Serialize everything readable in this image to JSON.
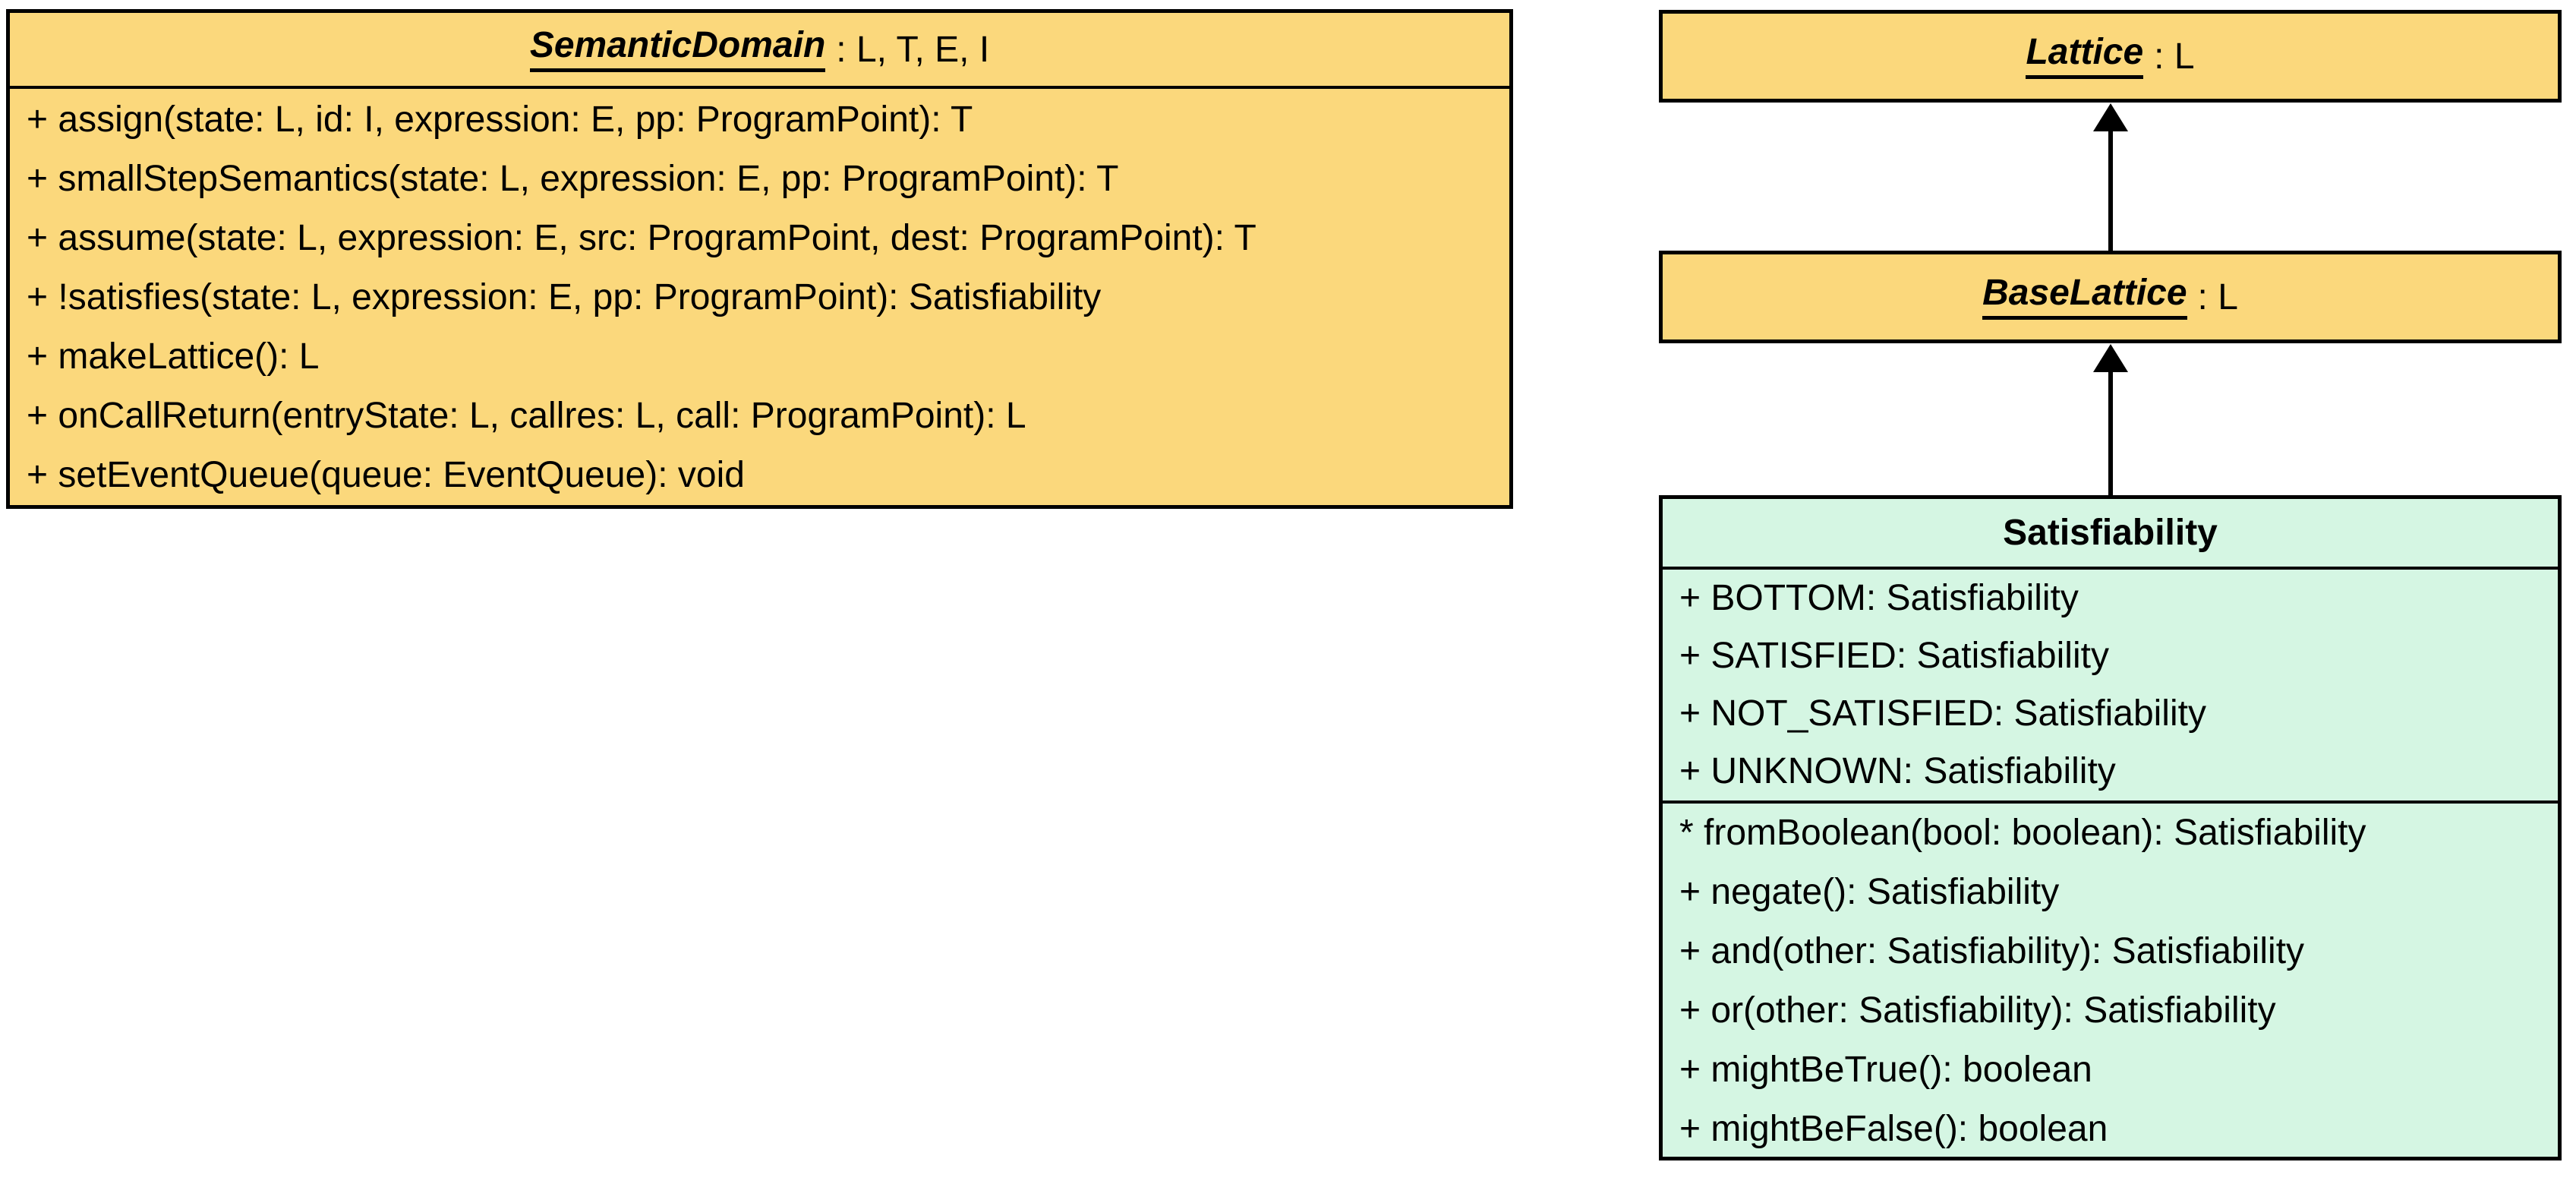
{
  "diagram_type": "uml-class-diagram",
  "colors": {
    "class_fill_yellow": "#fbd87c",
    "class_fill_green": "#d5f6e3",
    "border": "#000000",
    "background": "#ffffff",
    "text": "#000000"
  },
  "semantic_domain": {
    "name": "SemanticDomain",
    "type_params": ": L, T, E, I",
    "methods": [
      "+ assign(state: L, id: I, expression: E, pp: ProgramPoint): T",
      "+ smallStepSemantics(state: L, expression: E, pp: ProgramPoint): T",
      "+ assume(state: L, expression: E, src: ProgramPoint, dest: ProgramPoint): T",
      "+ !satisfies(state: L, expression: E, pp: ProgramPoint): Satisfiability",
      "+ makeLattice(): L",
      "+ onCallReturn(entryState: L, callres: L, call: ProgramPoint): L",
      "+ setEventQueue(queue: EventQueue): void"
    ]
  },
  "lattice": {
    "name": "Lattice",
    "type_params": ": L"
  },
  "base_lattice": {
    "name": "BaseLattice",
    "type_params": ": L"
  },
  "satisfiability": {
    "name": "Satisfiability",
    "fields": [
      "+ BOTTOM: Satisfiability",
      "+ SATISFIED: Satisfiability",
      "+ NOT_SATISFIED: Satisfiability",
      "+ UNKNOWN: Satisfiability"
    ],
    "methods": [
      "* fromBoolean(bool: boolean): Satisfiability",
      "+ negate(): Satisfiability",
      "+ and(other: Satisfiability): Satisfiability",
      "+ or(other: Satisfiability): Satisfiability",
      "+ mightBeTrue(): boolean",
      "+ mightBeFalse(): boolean"
    ]
  },
  "relations": [
    {
      "from": "BaseLattice",
      "to": "Lattice",
      "type": "generalization"
    },
    {
      "from": "Satisfiability",
      "to": "BaseLattice",
      "type": "generalization"
    }
  ]
}
